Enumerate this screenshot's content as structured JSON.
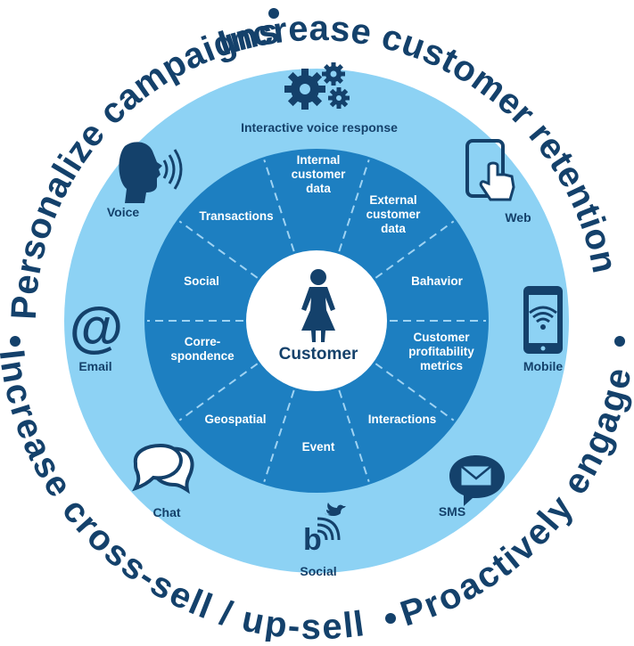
{
  "outer_ring": {
    "phrases": [
      "Increase customer retention",
      "Proactively engage",
      "Increase cross-sell / up-sell",
      "Personalize campaigns"
    ]
  },
  "center": {
    "label": "Customer"
  },
  "data_segments": [
    {
      "lines": [
        "Internal",
        "customer",
        "data"
      ]
    },
    {
      "lines": [
        "External",
        "customer",
        "data"
      ]
    },
    {
      "lines": [
        "Bahavior"
      ]
    },
    {
      "lines": [
        "Customer",
        "profitability",
        "metrics"
      ]
    },
    {
      "lines": [
        "Interactions"
      ]
    },
    {
      "lines": [
        "Event"
      ]
    },
    {
      "lines": [
        "Geospatial"
      ]
    },
    {
      "lines": [
        "Corre-",
        "spondence"
      ]
    },
    {
      "lines": [
        "Social"
      ]
    },
    {
      "lines": [
        "Transactions"
      ]
    }
  ],
  "channels": {
    "ivr": "Interactive voice response",
    "web": "Web",
    "mobile": "Mobile",
    "sms": "SMS",
    "social": "Social",
    "chat": "Chat",
    "email": "Email",
    "voice": "Voice"
  },
  "colors": {
    "dark_navy": "#14416b",
    "outer_blue": "#8dd2f4",
    "mid_blue": "#1d7fc1",
    "white": "#ffffff"
  }
}
